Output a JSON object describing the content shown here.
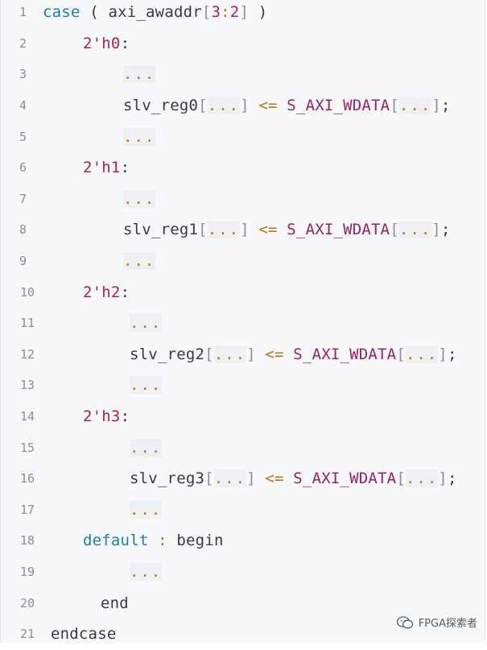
{
  "code": {
    "lines": [
      {
        "n": "1",
        "tokens": [
          [
            "kw",
            "case"
          ],
          [
            "sig",
            " ( axi_awaddr"
          ],
          [
            "br",
            "["
          ],
          [
            "num",
            "3"
          ],
          [
            "op",
            ":"
          ],
          [
            "num",
            "2"
          ],
          [
            "br",
            "]"
          ],
          [
            "sig",
            " )"
          ]
        ]
      },
      {
        "n": "2",
        "tokens": [
          [
            "num",
            "2'h0"
          ],
          [
            "sig",
            ":"
          ]
        ]
      },
      {
        "n": "3",
        "tokens": [
          [
            "dots",
            "..."
          ]
        ]
      },
      {
        "n": "4",
        "tokens": [
          [
            "sig",
            "slv_reg0"
          ],
          [
            "br",
            "["
          ],
          [
            "dots",
            "..."
          ],
          [
            "br",
            "]"
          ],
          [
            "op",
            " <= "
          ],
          [
            "mac",
            "S_AXI_WDATA"
          ],
          [
            "br",
            "["
          ],
          [
            "dots",
            "..."
          ],
          [
            "br",
            "]"
          ],
          [
            "sig",
            ";"
          ]
        ]
      },
      {
        "n": "5",
        "tokens": [
          [
            "dots",
            "..."
          ]
        ]
      },
      {
        "n": "6",
        "tokens": [
          [
            "num",
            "2'h1"
          ],
          [
            "sig",
            ":"
          ]
        ]
      },
      {
        "n": "7",
        "tokens": [
          [
            "dots",
            "..."
          ]
        ]
      },
      {
        "n": "8",
        "tokens": [
          [
            "sig",
            "slv_reg1"
          ],
          [
            "br",
            "["
          ],
          [
            "dots",
            "..."
          ],
          [
            "br",
            "]"
          ],
          [
            "op",
            " <= "
          ],
          [
            "mac",
            "S_AXI_WDATA"
          ],
          [
            "br",
            "["
          ],
          [
            "dots",
            "..."
          ],
          [
            "br",
            "]"
          ],
          [
            "sig",
            ";"
          ]
        ]
      },
      {
        "n": "9",
        "tokens": [
          [
            "dots",
            "..."
          ]
        ]
      },
      {
        "n": "10",
        "tokens": [
          [
            "num",
            "2'h2"
          ],
          [
            "sig",
            ":"
          ]
        ]
      },
      {
        "n": "11",
        "tokens": [
          [
            "dots",
            "..."
          ]
        ]
      },
      {
        "n": "12",
        "tokens": [
          [
            "sig",
            "slv_reg2"
          ],
          [
            "br",
            "["
          ],
          [
            "dots",
            "..."
          ],
          [
            "br",
            "]"
          ],
          [
            "op",
            " <= "
          ],
          [
            "mac",
            "S_AXI_WDATA"
          ],
          [
            "br",
            "["
          ],
          [
            "dots",
            "..."
          ],
          [
            "br",
            "]"
          ],
          [
            "sig",
            ";"
          ]
        ]
      },
      {
        "n": "13",
        "tokens": [
          [
            "dots",
            "..."
          ]
        ]
      },
      {
        "n": "14",
        "tokens": [
          [
            "num",
            "2'h3"
          ],
          [
            "sig",
            ":"
          ]
        ]
      },
      {
        "n": "15",
        "tokens": [
          [
            "dots",
            "..."
          ]
        ]
      },
      {
        "n": "16",
        "tokens": [
          [
            "sig",
            "slv_reg3"
          ],
          [
            "br",
            "["
          ],
          [
            "dots",
            "..."
          ],
          [
            "br",
            "]"
          ],
          [
            "op",
            " <= "
          ],
          [
            "mac",
            "S_AXI_WDATA"
          ],
          [
            "br",
            "["
          ],
          [
            "dots",
            "..."
          ],
          [
            "br",
            "]"
          ],
          [
            "sig",
            ";"
          ]
        ]
      },
      {
        "n": "17",
        "tokens": [
          [
            "dots",
            "..."
          ]
        ]
      },
      {
        "n": "18",
        "tokens": [
          [
            "kw",
            "default"
          ],
          [
            "sig",
            " "
          ],
          [
            "op",
            ":"
          ],
          [
            "sig",
            " begin"
          ]
        ]
      },
      {
        "n": "19",
        "tokens": [
          [
            "dots",
            "..."
          ]
        ]
      },
      {
        "n": "20",
        "tokens": [
          [
            "sig",
            "end"
          ]
        ]
      },
      {
        "n": "21",
        "tokens": [
          [
            "sig",
            "endcase"
          ]
        ]
      }
    ]
  },
  "watermark": {
    "text": "FPGA探索者",
    "icon": "wechat-icon"
  },
  "colors": {
    "background": "#f6f8fa",
    "keyword": "#1a7fb0",
    "number": "#b01f4e",
    "operator": "#c0720a",
    "macro": "#9a1f66",
    "line_number": "#8a8f98"
  }
}
